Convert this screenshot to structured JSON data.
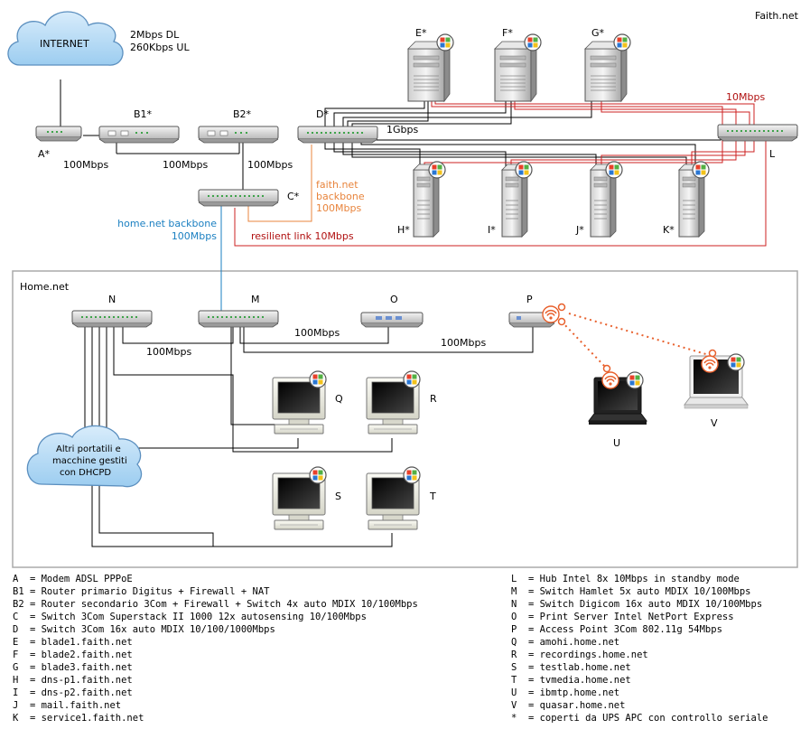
{
  "cloud_internet": "INTERNET",
  "uplink": [
    "2Mbps DL",
    "260Kbps UL"
  ],
  "faith_title": "Faith.net",
  "home_title": "Home.net",
  "devices": {
    "A": "A*",
    "B1": "B1*",
    "B2": "B2*",
    "C": "C*",
    "D": "D*",
    "E": "E*",
    "F": "F*",
    "G": "G*",
    "H": "H*",
    "I": "I*",
    "J": "J*",
    "K": "K*",
    "L": "L",
    "N": "N",
    "M": "M",
    "O": "O",
    "P": "P",
    "Q": "Q",
    "R": "R",
    "S": "S",
    "T": "T",
    "U": "U",
    "V": "V"
  },
  "links": {
    "a_b1": "100Mbps",
    "b1_b2": "100Mbps",
    "b2_c": "100Mbps",
    "d_gbps": "1Gbps",
    "l_10": "10Mbps",
    "faith_backbone": [
      "faith.net",
      "backbone",
      "100Mbps"
    ],
    "home_backbone": [
      "home.net backbone",
      "100Mbps"
    ],
    "resilient": "resilient link 10Mbps",
    "n_m": "100Mbps",
    "m_o": "100Mbps",
    "m_p": "100Mbps"
  },
  "cloud_dhcp": [
    "Altri portatili e",
    "macchine gestiti",
    "con DHCPD"
  ],
  "legend_left": [
    "A  = Modem ADSL PPPoE",
    "B1 = Router primario Digitus + Firewall + NAT",
    "B2 = Router secondario 3Com + Firewall + Switch 4x auto MDIX 10/100Mbps",
    "C  = Switch 3Com Superstack II 1000 12x autosensing 10/100Mbps",
    "D  = Switch 3Com 16x auto MDIX 10/100/1000Mbps",
    "E  = blade1.faith.net",
    "F  = blade2.faith.net",
    "G  = blade3.faith.net",
    "H  = dns-p1.faith.net",
    "I  = dns-p2.faith.net",
    "J  = mail.faith.net",
    "K  = service1.faith.net"
  ],
  "legend_right": [
    "L  = Hub Intel 8x 10Mbps in standby mode",
    "M  = Switch Hamlet 5x auto MDIX 10/100Mbps",
    "N  = Switch Digicom 16x auto MDIX 10/100Mbps",
    "O  = Print Server Intel NetPort Express",
    "P  = Access Point 3Com 802.11g 54Mbps",
    "Q  = amohi.home.net",
    "R  = recordings.home.net",
    "S  = testlab.home.net",
    "T  = tvmedia.home.net",
    "U  = ibmtp.home.net",
    "V  = quasar.home.net",
    "*  = coperti da UPS APC con controllo seriale"
  ],
  "colors": {
    "faith_link": "#cc2222",
    "home_backbone": "#1a7fc1",
    "faith_backbone": "#e8843c",
    "wifi": "#e8602c"
  }
}
